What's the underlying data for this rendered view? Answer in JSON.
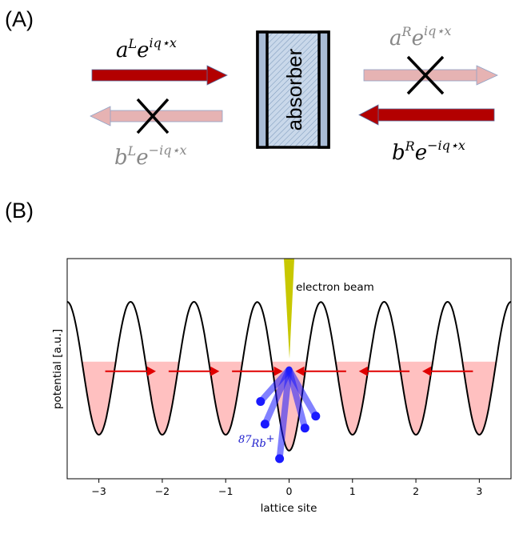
{
  "panel_a": {
    "label": "(A)",
    "absorber_label": "absorber",
    "incoming_left": {
      "base": "a",
      "sup": "L",
      "exp_base": "e",
      "exponent": "iq⋆x"
    },
    "reflected_left": {
      "base": "b",
      "sup": "L",
      "exp_base": "e",
      "exponent": "−iq⋆x"
    },
    "transmitted_right": {
      "base": "a",
      "sup": "R",
      "exp_base": "e",
      "exponent": "iq⋆x"
    },
    "incoming_right": {
      "base": "b",
      "sup": "R",
      "exp_base": "e",
      "exponent": "−iq⋆x"
    },
    "colors": {
      "arrow_active": "#b30000",
      "arrow_faded": "#e6b3b3",
      "cross": "#000000",
      "absorber_fill": "#c5d5e8",
      "faded_text": "#888888"
    }
  },
  "panel_b": {
    "label": "(B)",
    "xlabel": "lattice site",
    "ylabel": "potential [a.u.]",
    "x_ticks": [
      "−3",
      "−2",
      "−1",
      "0",
      "1",
      "2",
      "3"
    ],
    "beam_label": "electron beam",
    "ion_label_mass": "87",
    "ion_label_symbol": "Rb",
    "ion_label_charge": "+",
    "colors": {
      "potential": "#000000",
      "fill": "#ffc0c0",
      "flow_arrows": "#e00000",
      "beam": "#c8c800",
      "ions": "#1a1aff"
    }
  },
  "chart_data": {
    "type": "line",
    "xlabel": "lattice site",
    "ylabel": "potential [a.u.]",
    "xlim": [
      -3.5,
      3.5
    ],
    "x_ticks": [
      -3,
      -2,
      -1,
      0,
      1,
      2,
      3
    ],
    "lattice_period": 1.0,
    "filled_level": 0.55,
    "flow_arrows": [
      {
        "from": -2.9,
        "to": -2.1
      },
      {
        "from": -1.9,
        "to": -1.1
      },
      {
        "from": -0.9,
        "to": -0.1
      },
      {
        "from": 0.9,
        "to": 0.1
      },
      {
        "from": 1.9,
        "to": 1.1
      },
      {
        "from": 2.9,
        "to": 2.1
      }
    ],
    "ions": [
      {
        "x": -0.45,
        "y": 0.25
      },
      {
        "x": -0.38,
        "y": 0.08
      },
      {
        "x": -0.15,
        "y": -0.18
      },
      {
        "x": 0.25,
        "y": 0.05
      },
      {
        "x": 0.42,
        "y": 0.14
      }
    ]
  }
}
